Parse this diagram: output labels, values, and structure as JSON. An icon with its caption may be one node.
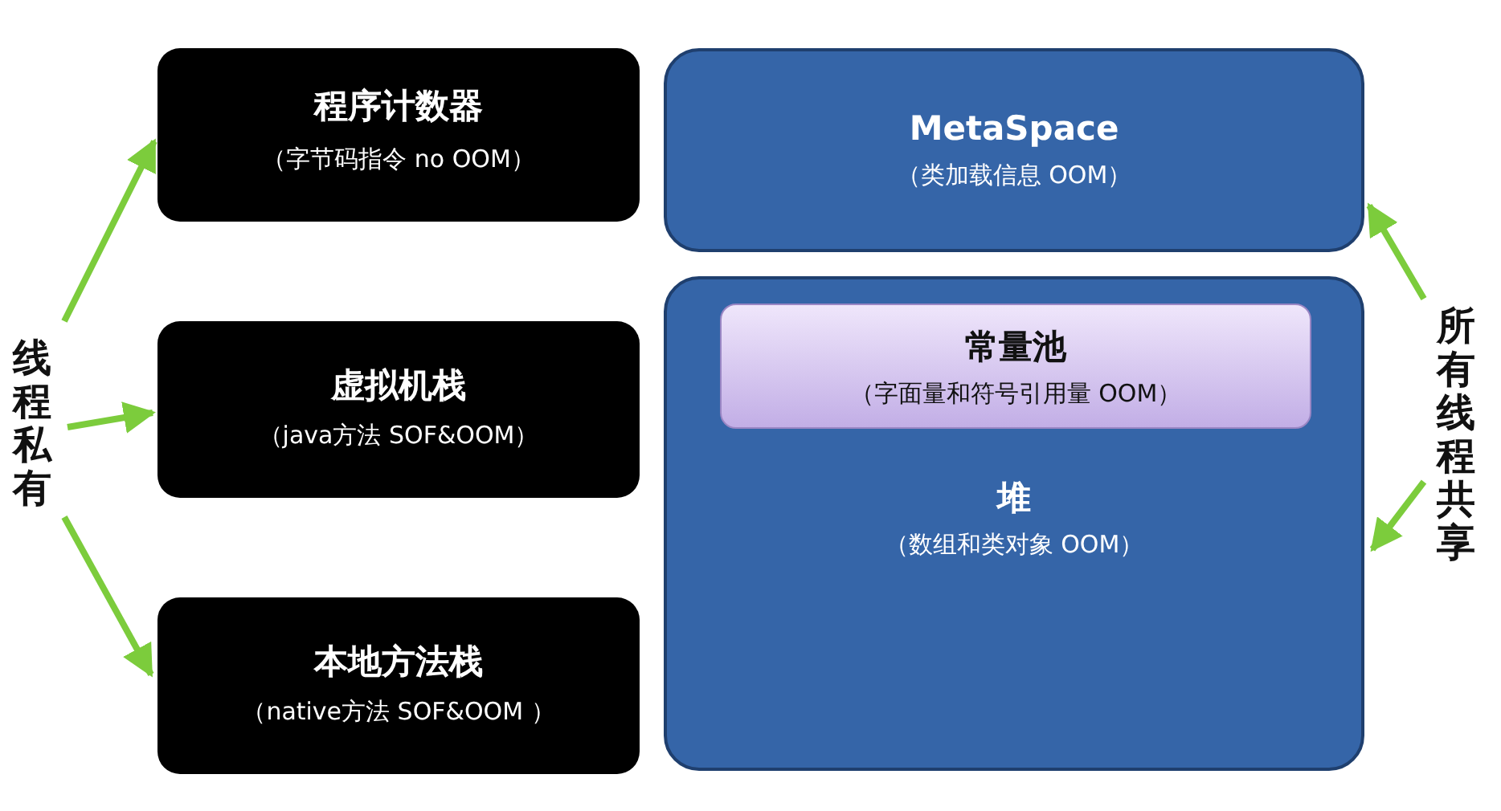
{
  "diagram": {
    "nodes": [
      {
        "text": [
          "程序计数器",
          "（字节码指令 no OOM）"
        ]
      },
      {
        "text": [
          "虚拟机栈",
          "（java方法 SOF&OOM）"
        ]
      },
      {
        "text": [
          "本地方法栈",
          "（native方法 SOF&OOM ）"
        ]
      },
      {
        "text": [
          "MetaSpace",
          "（类加载信息 OOM）"
        ]
      },
      {
        "text": [
          "堆",
          "（数组和类对象 OOM）"
        ]
      },
      {
        "text": [
          "常量池",
          "（字面量和符号引用量 OOM）"
        ],
        "in": 4
      },
      {
        "text": [
          "线程私有"
        ]
      },
      {
        "text": [
          "所有线程共享"
        ]
      }
    ],
    "edges": [
      {
        "from": 6,
        "to": 0,
        "arrow": "to"
      },
      {
        "from": 6,
        "to": 1,
        "arrow": "to"
      },
      {
        "from": 6,
        "to": 2,
        "arrow": "to"
      },
      {
        "from": 7,
        "to": 3,
        "arrow": "to"
      },
      {
        "from": 7,
        "to": 4,
        "arrow": "to"
      }
    ]
  }
}
